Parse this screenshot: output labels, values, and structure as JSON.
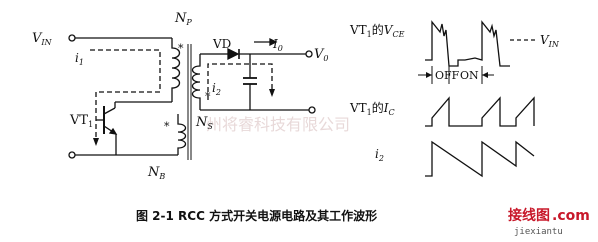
{
  "circuit": {
    "vin_label": "V",
    "vin_sub": "IN",
    "i1_label": "i",
    "i1_sub": "1",
    "np_label": "N",
    "np_sub": "P",
    "vt1_label": "VT",
    "vt1_sub": "1",
    "nb_label": "N",
    "nb_sub": "B",
    "ns_label": "N",
    "ns_sub": "S",
    "i2_label": "i",
    "i2_sub": "2",
    "vd_label": "VD",
    "io_label": "I",
    "io_sub": "0",
    "vo_label": "V",
    "vo_sub": "0",
    "dot_mark": "*"
  },
  "waveforms": {
    "vce_title_prefix": "VT",
    "vce_title_sub": "1",
    "vce_title_mid": "的",
    "vce_title_v": "V",
    "vce_title_vsub": "CE",
    "vin_label": "V",
    "vin_sub": "IN",
    "off_label": "OFF",
    "on_label": "ON",
    "ic_title_prefix": "VT",
    "ic_title_sub": "1",
    "ic_title_mid": "的",
    "ic_title_i": "I",
    "ic_title_isub": "C",
    "i2_label": "i",
    "i2_sub": "2"
  },
  "caption": {
    "text": "图 2-1   RCC 方式开关电源电路及其工作波形"
  },
  "watermark": {
    "text": "州将睿科技有限公司"
  },
  "site_logo": {
    "text": "接线图",
    "suffix": ".com",
    "url_text": "jiexiantu"
  }
}
